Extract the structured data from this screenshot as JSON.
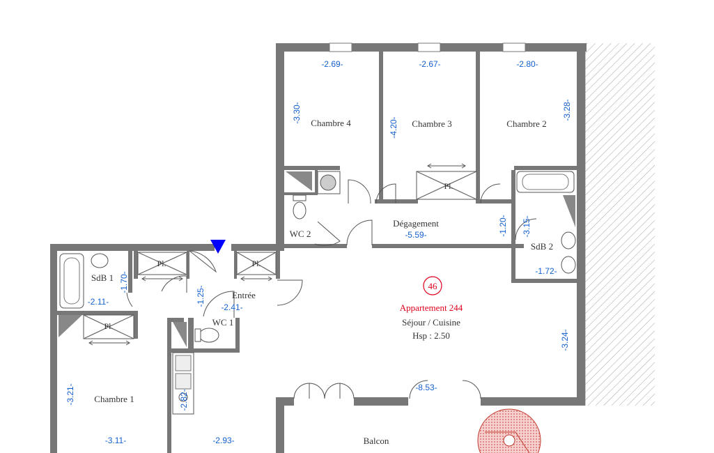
{
  "plan": {
    "apartment": {
      "number": "46",
      "name": "Appartement 244",
      "type": "Séjour / Cuisine",
      "ceiling": "Hsp : 2.50",
      "accent_color": "#e0001b"
    },
    "rooms": {
      "chambre4": "Chambre 4",
      "chambre3": "Chambre 3",
      "chambre2": "Chambre 2",
      "chambre1": "Chambre 1",
      "degagement": "Dégagement",
      "wc2": "WC 2",
      "wc1": "WC 1",
      "sdb1": "SdB 1",
      "sdb2": "SdB 2",
      "entree": "Entrée",
      "balcon": "Balcon"
    },
    "closets": {
      "pl_chambre3": "Pl.",
      "pl_sdb1": "Pl.",
      "pl_entree": "Pl.",
      "pl_chambre1": "Pl."
    },
    "dimensions": {
      "c4_width": "-2.69-",
      "c3_width": "-2.67-",
      "c2_width": "-2.80-",
      "c4_height": "-3.30-",
      "c3_height": "-4.20-",
      "c2_height": "-3.28-",
      "deg_width": "-5.59-",
      "deg_height": "-1.20-",
      "sdb2_height": "-3.15-",
      "sdb2_width": "-1.72-",
      "sejour_height": "-3.24-",
      "sejour_width": "-8.53-",
      "sdb1_height": "-1.70-",
      "sdb1_width": "-2.11-",
      "entree_height": "-1.25-",
      "entree_width": "-2.41-",
      "c1_height": "-3.21-",
      "c1_width": "-3.11-",
      "kitchen_height": "-2.82-",
      "sejour_bottom": "-2.93-"
    },
    "colors": {
      "dimension": "#1560d0",
      "wall": "#777777",
      "marker": "#0000ff",
      "stair": "#c0392b"
    },
    "icons": {
      "entrance": "entrance-arrow-icon",
      "stair": "spiral-stair-icon"
    }
  }
}
